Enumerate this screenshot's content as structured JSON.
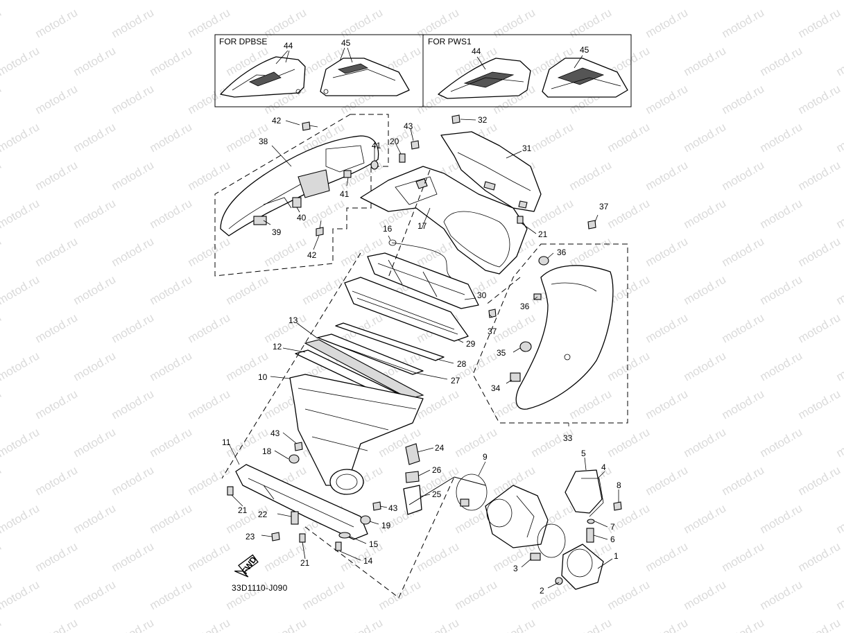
{
  "watermark": "motod.ru",
  "inset_boxes": [
    {
      "title": "FOR DPBSE",
      "labels": [
        "44",
        "45"
      ]
    },
    {
      "title": "FOR PWS1",
      "labels": [
        "44",
        "45"
      ]
    }
  ],
  "callouts": {
    "c1": "1",
    "c2": "2",
    "c3": "3",
    "c4": "4",
    "c5": "5",
    "c6": "6",
    "c7": "7",
    "c8": "8",
    "c9": "9",
    "c10": "10",
    "c11": "11",
    "c12": "12",
    "c13": "13",
    "c14": "14",
    "c15": "15",
    "c16": "16",
    "c17": "17",
    "c18": "18",
    "c19": "19",
    "c20": "20",
    "c21a": "21",
    "c21b": "21",
    "c21c": "21",
    "c22": "22",
    "c23": "23",
    "c24": "24",
    "c25": "25",
    "c26": "26",
    "c27": "27",
    "c28": "28",
    "c29": "29",
    "c30": "30",
    "c31": "31",
    "c32": "32",
    "c33": "33",
    "c34": "34",
    "c35": "35",
    "c36a": "36",
    "c36b": "36",
    "c37a": "37",
    "c37b": "37",
    "c38": "38",
    "c39": "39",
    "c40": "40",
    "c41a": "41",
    "c41b": "41",
    "c42a": "42",
    "c42b": "42",
    "c43a": "43",
    "c43b": "43",
    "c43c": "43"
  },
  "fwd_label": "FWD",
  "diagram_code": "33D1110-J090",
  "icons": {
    "fwd": "fwd-arrow-icon"
  }
}
